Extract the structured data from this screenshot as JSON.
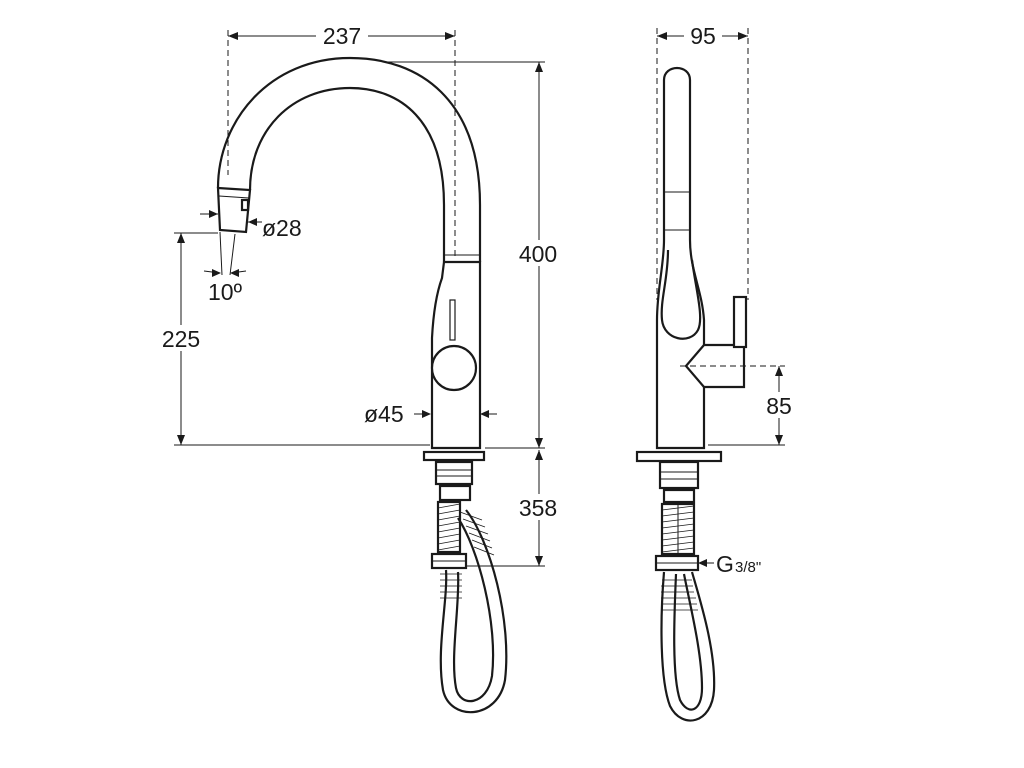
{
  "front_view": {
    "width_label": "237",
    "height_label": "400",
    "spout_height_label": "225",
    "spout_diameter_label": "ø28",
    "spout_angle_label": "10º",
    "body_diameter_label": "ø45",
    "below_deck_label": "358"
  },
  "side_view": {
    "depth_label": "95",
    "handle_height_label": "85",
    "connection_label_prefix": "G",
    "connection_label_fraction": "3/8\""
  }
}
